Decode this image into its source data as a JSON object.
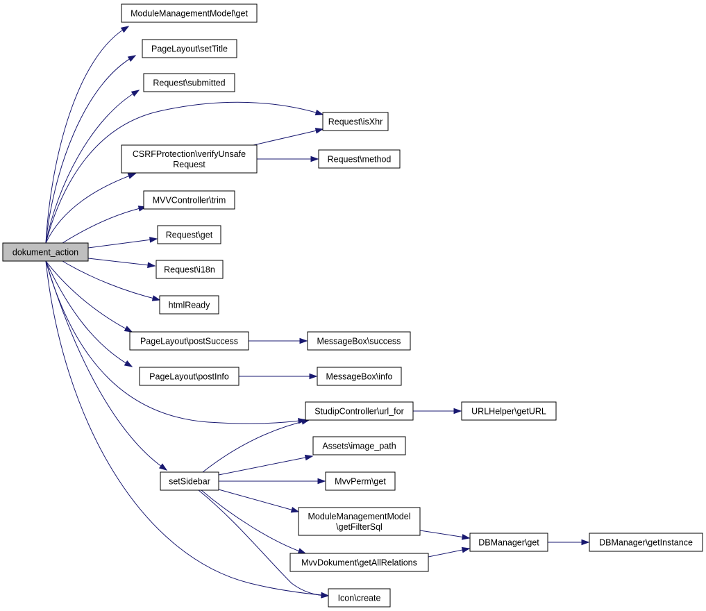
{
  "graph": {
    "root": "dokument_action",
    "nodes": [
      {
        "id": "root",
        "lines": [
          "dokument_action"
        ],
        "root": true
      },
      {
        "id": "mmm_get",
        "lines": [
          "ModuleManagementModel\\get"
        ]
      },
      {
        "id": "pl_settitle",
        "lines": [
          "PageLayout\\setTitle"
        ]
      },
      {
        "id": "req_submitted",
        "lines": [
          "Request\\submitted"
        ]
      },
      {
        "id": "req_isxhr",
        "lines": [
          "Request\\isXhr"
        ]
      },
      {
        "id": "csrf",
        "lines": [
          "CSRFProtection\\verifyUnsafe",
          "Request"
        ]
      },
      {
        "id": "req_method",
        "lines": [
          "Request\\method"
        ]
      },
      {
        "id": "mvv_trim",
        "lines": [
          "MVVController\\trim"
        ]
      },
      {
        "id": "req_get",
        "lines": [
          "Request\\get"
        ]
      },
      {
        "id": "req_i18n",
        "lines": [
          "Request\\i18n"
        ]
      },
      {
        "id": "htmlready",
        "lines": [
          "htmlReady"
        ]
      },
      {
        "id": "pl_postsuccess",
        "lines": [
          "PageLayout\\postSuccess"
        ]
      },
      {
        "id": "mb_success",
        "lines": [
          "MessageBox\\success"
        ]
      },
      {
        "id": "pl_postinfo",
        "lines": [
          "PageLayout\\postInfo"
        ]
      },
      {
        "id": "mb_info",
        "lines": [
          "MessageBox\\info"
        ]
      },
      {
        "id": "sc_urlfor",
        "lines": [
          "StudipController\\url_for"
        ]
      },
      {
        "id": "urlhelper",
        "lines": [
          "URLHelper\\getURL"
        ]
      },
      {
        "id": "assets_img",
        "lines": [
          "Assets\\image_path"
        ]
      },
      {
        "id": "setsidebar",
        "lines": [
          "setSidebar"
        ]
      },
      {
        "id": "mvvperm_get",
        "lines": [
          "MvvPerm\\get"
        ]
      },
      {
        "id": "mmm_filtersql",
        "lines": [
          "ModuleManagementModel",
          "\\getFilterSql"
        ]
      },
      {
        "id": "dbm_get",
        "lines": [
          "DBManager\\get"
        ]
      },
      {
        "id": "dbm_instance",
        "lines": [
          "DBManager\\getInstance"
        ]
      },
      {
        "id": "mvvdok_rel",
        "lines": [
          "MvvDokument\\getAllRelations"
        ]
      },
      {
        "id": "icon_create",
        "lines": [
          "Icon\\create"
        ]
      }
    ],
    "edges": [
      {
        "from": "root",
        "to": "mmm_get"
      },
      {
        "from": "root",
        "to": "pl_settitle"
      },
      {
        "from": "root",
        "to": "req_submitted"
      },
      {
        "from": "root",
        "to": "req_isxhr"
      },
      {
        "from": "root",
        "to": "csrf"
      },
      {
        "from": "root",
        "to": "mvv_trim"
      },
      {
        "from": "root",
        "to": "req_get"
      },
      {
        "from": "root",
        "to": "req_i18n"
      },
      {
        "from": "root",
        "to": "htmlready"
      },
      {
        "from": "root",
        "to": "pl_postsuccess"
      },
      {
        "from": "root",
        "to": "pl_postinfo"
      },
      {
        "from": "root",
        "to": "sc_urlfor"
      },
      {
        "from": "root",
        "to": "setsidebar"
      },
      {
        "from": "root",
        "to": "icon_create"
      },
      {
        "from": "csrf",
        "to": "req_isxhr"
      },
      {
        "from": "csrf",
        "to": "req_method"
      },
      {
        "from": "pl_postsuccess",
        "to": "mb_success"
      },
      {
        "from": "pl_postinfo",
        "to": "mb_info"
      },
      {
        "from": "sc_urlfor",
        "to": "urlhelper"
      },
      {
        "from": "setsidebar",
        "to": "sc_urlfor"
      },
      {
        "from": "setsidebar",
        "to": "assets_img"
      },
      {
        "from": "setsidebar",
        "to": "mvvperm_get"
      },
      {
        "from": "setsidebar",
        "to": "mmm_filtersql"
      },
      {
        "from": "setsidebar",
        "to": "mvvdok_rel"
      },
      {
        "from": "setsidebar",
        "to": "icon_create"
      },
      {
        "from": "mmm_filtersql",
        "to": "dbm_get"
      },
      {
        "from": "mvvdok_rel",
        "to": "dbm_get"
      },
      {
        "from": "dbm_get",
        "to": "dbm_instance"
      }
    ],
    "colors": {
      "edge": "#191970",
      "root_fill": "#bfbfbf",
      "node_fill": "#ffffff",
      "node_border": "#000000"
    }
  }
}
